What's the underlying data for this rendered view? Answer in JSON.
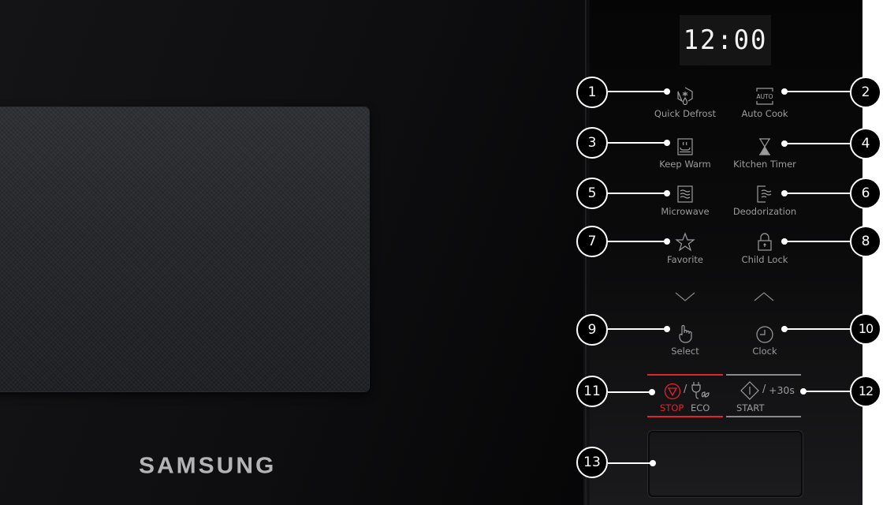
{
  "brand": {
    "logo_text": "SAMSUNG",
    "logo_color": "#b4b4b6"
  },
  "display": {
    "time": "12:00"
  },
  "buttons": [
    {
      "number": "1",
      "label": "Quick Defrost",
      "icon": "defrost-icon"
    },
    {
      "number": "2",
      "label": "Auto Cook",
      "icon": "auto-cook-icon",
      "icon_text": "AUTO"
    },
    {
      "number": "3",
      "label": "Keep Warm",
      "icon": "keep-warm-icon"
    },
    {
      "number": "4",
      "label": "Kitchen Timer",
      "icon": "hourglass-icon"
    },
    {
      "number": "5",
      "label": "Microwave",
      "icon": "microwave-icon"
    },
    {
      "number": "6",
      "label": "Deodorization",
      "icon": "deodorization-icon"
    },
    {
      "number": "7",
      "label": "Favorite",
      "icon": "star-icon"
    },
    {
      "number": "8",
      "label": "Child Lock",
      "icon": "lock-icon"
    },
    {
      "number": "9",
      "label": "Select",
      "icon": "hand-pointer-icon"
    },
    {
      "number": "10",
      "label": "Clock",
      "icon": "clock-icon"
    }
  ],
  "navigation": {
    "down": "chevron-down-icon",
    "up": "chevron-up-icon"
  },
  "stop_eco": {
    "number": "11",
    "stop_label": "STOP",
    "separator": "/",
    "eco_label": "ECO",
    "accent_color": "#e0242c"
  },
  "start": {
    "number": "12",
    "start_label": "START",
    "separator": "/",
    "plus_label": "+30s",
    "accent_color": "#9c9c9e"
  },
  "door_release": {
    "number": "13"
  }
}
